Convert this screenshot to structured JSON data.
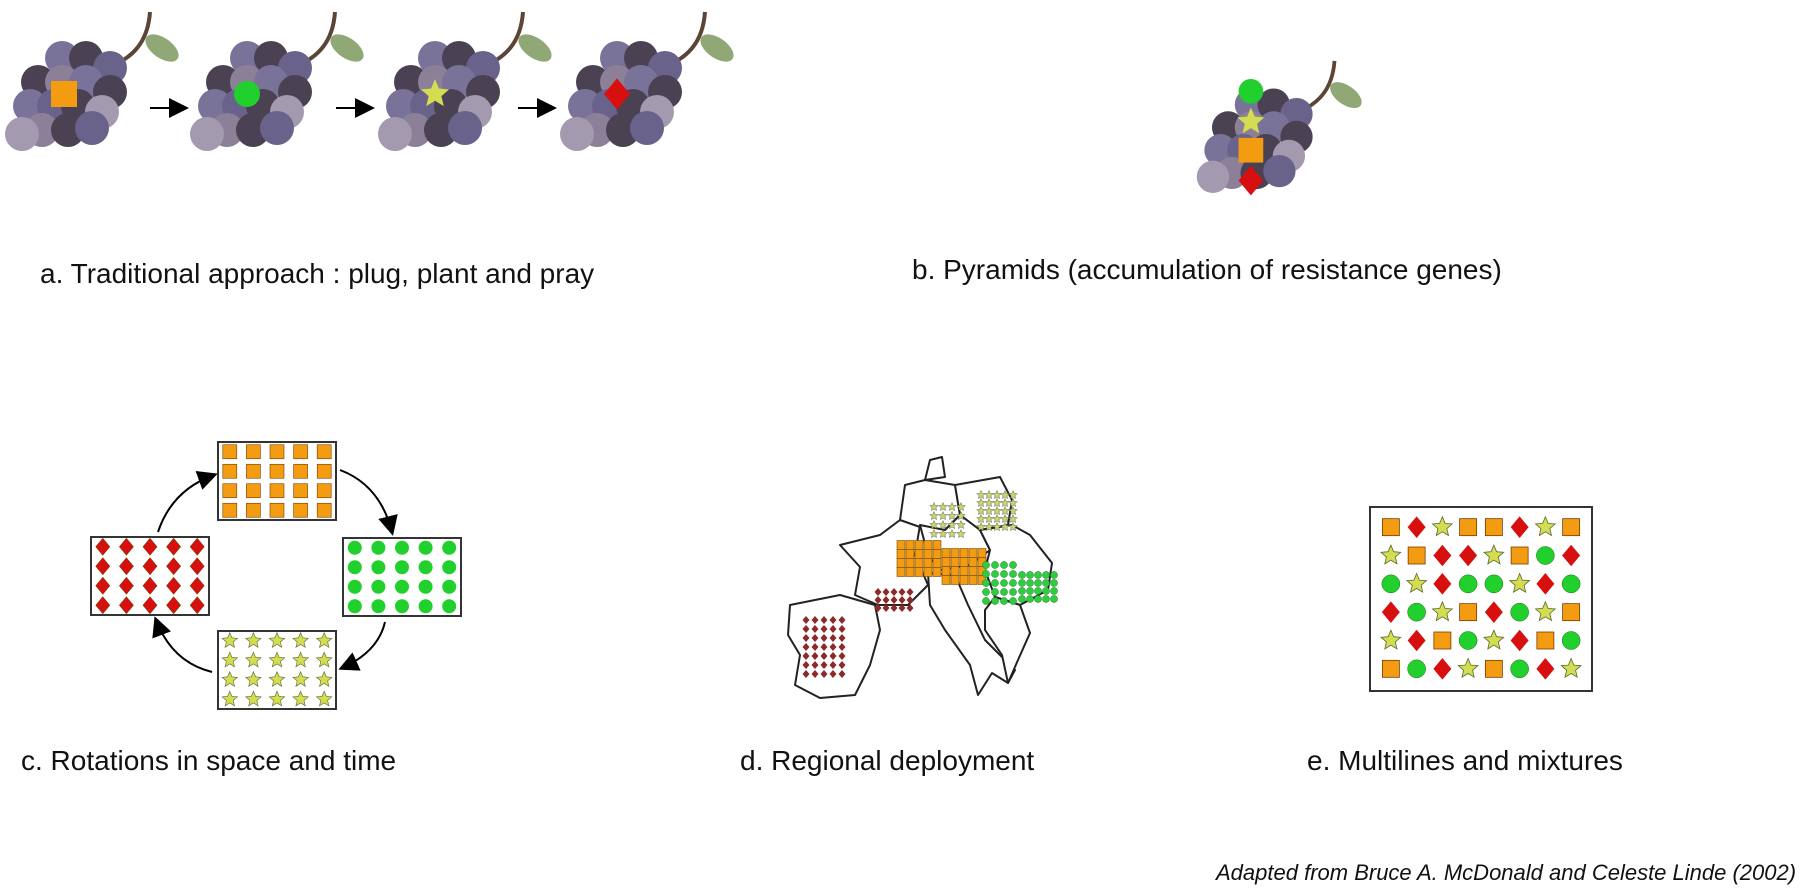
{
  "panels": {
    "a": {
      "caption": "a. Traditional approach : plug, plant and pray"
    },
    "b": {
      "caption": "b. Pyramids (accumulation of resistance genes)"
    },
    "c": {
      "caption": "c. Rotations in space and time"
    },
    "d": {
      "caption": "d. Regional deployment"
    },
    "e": {
      "caption": "e. Multilines and mixtures"
    }
  },
  "credit": "Adapted from Bruce A. McDonald and Celeste Linde (2002)",
  "symbols": {
    "square": {
      "icon": "orange-square-icon",
      "color": "#f39c12"
    },
    "circle": {
      "icon": "green-circle-icon",
      "color": "#21d02c"
    },
    "star": {
      "icon": "yellow-star-icon",
      "color": "#d4dc52"
    },
    "diamond": {
      "icon": "red-diamond-icon",
      "color": "#d80f0f"
    }
  },
  "grape_colors": [
    "#7a7399",
    "#4a4152",
    "#8c8098",
    "#69638c",
    "#a39aaf"
  ],
  "panel_a_sequence": [
    "square",
    "circle",
    "star",
    "diamond"
  ],
  "panel_b_stack": [
    "circle",
    "star",
    "square",
    "diamond"
  ],
  "panel_c_cycle": [
    "square",
    "circle",
    "star",
    "diamond"
  ],
  "panel_e_grid": [
    [
      "square",
      "diamond",
      "star",
      "square",
      "square",
      "diamond",
      "star",
      "square"
    ],
    [
      "star",
      "square",
      "diamond",
      "diamond",
      "star",
      "square",
      "circle",
      "diamond"
    ],
    [
      "circle",
      "star",
      "diamond",
      "circle",
      "circle",
      "star",
      "diamond",
      "circle"
    ],
    [
      "diamond",
      "circle",
      "star",
      "square",
      "diamond",
      "circle",
      "star",
      "square"
    ],
    [
      "star",
      "diamond",
      "square",
      "circle",
      "star",
      "diamond",
      "square",
      "circle"
    ],
    [
      "square",
      "circle",
      "diamond",
      "star",
      "square",
      "circle",
      "diamond",
      "star"
    ]
  ]
}
